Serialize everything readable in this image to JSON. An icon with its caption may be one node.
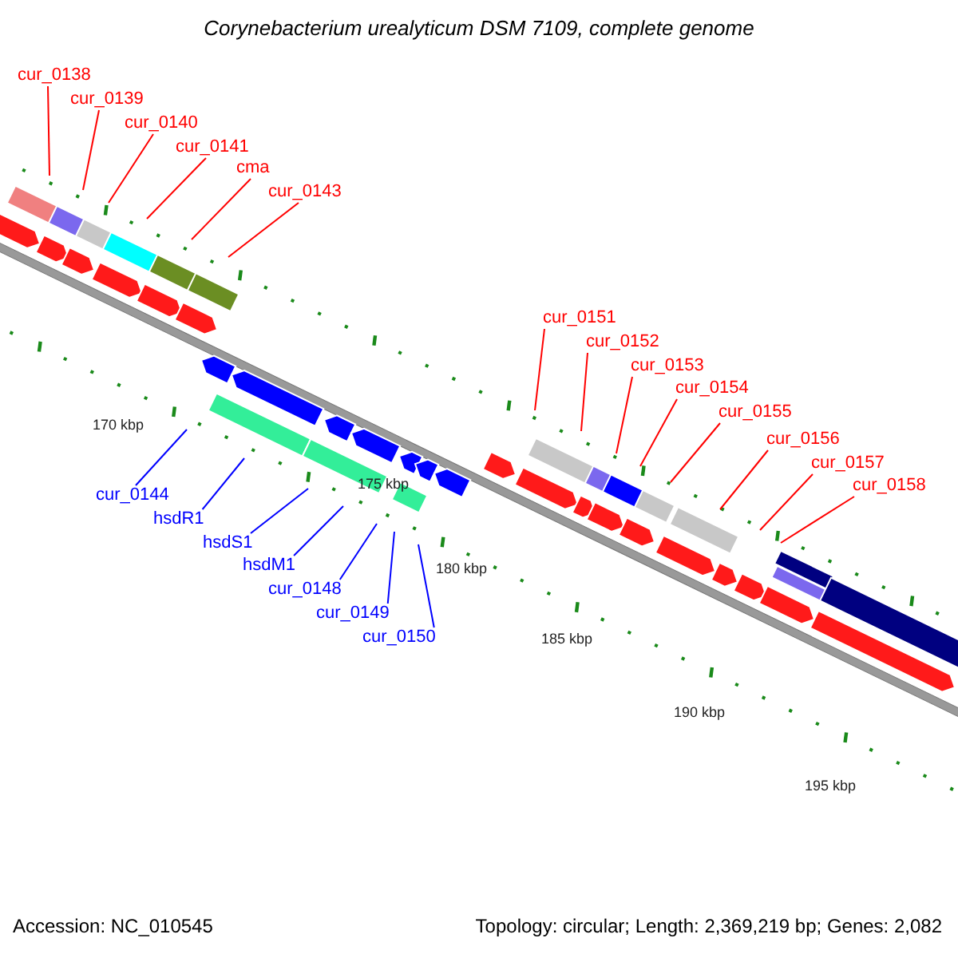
{
  "diagram": {
    "title": "Corynebacterium urealyticum DSM 7109, complete genome",
    "nodes": [
      {
        "text": [
          "cur_0138"
        ]
      },
      {
        "text": [
          "cur_0139"
        ]
      },
      {
        "text": [
          "cur_0140"
        ]
      },
      {
        "text": [
          "cur_0141"
        ]
      },
      {
        "text": [
          "cma"
        ]
      },
      {
        "text": [
          "cur_0143"
        ]
      },
      {
        "text": [
          "cur_0151"
        ]
      },
      {
        "text": [
          "cur_0152"
        ]
      },
      {
        "text": [
          "cur_0153"
        ]
      },
      {
        "text": [
          "cur_0154"
        ]
      },
      {
        "text": [
          "cur_0155"
        ]
      },
      {
        "text": [
          "cur_0156"
        ]
      },
      {
        "text": [
          "cur_0157"
        ]
      },
      {
        "text": [
          "cur_0158"
        ]
      },
      {
        "text": [
          "cur_0144"
        ]
      },
      {
        "text": [
          "hsdR1"
        ]
      },
      {
        "text": [
          "hsdS1"
        ]
      },
      {
        "text": [
          "hsdM1"
        ]
      },
      {
        "text": [
          "cur_0148"
        ]
      },
      {
        "text": [
          "cur_0149"
        ]
      },
      {
        "text": [
          "cur_0150"
        ]
      }
    ],
    "edges": [
      {
        "from": 0,
        "to": null,
        "arrow": "none"
      },
      {
        "from": 1,
        "to": null,
        "arrow": "none"
      },
      {
        "from": 2,
        "to": null,
        "arrow": "none"
      },
      {
        "from": 3,
        "to": null,
        "arrow": "none"
      },
      {
        "from": 4,
        "to": null,
        "arrow": "none"
      },
      {
        "from": 5,
        "to": null,
        "arrow": "none"
      },
      {
        "from": 6,
        "to": null,
        "arrow": "none"
      },
      {
        "from": 7,
        "to": null,
        "arrow": "none"
      },
      {
        "from": 8,
        "to": null,
        "arrow": "none"
      },
      {
        "from": 9,
        "to": null,
        "arrow": "none"
      },
      {
        "from": 10,
        "to": null,
        "arrow": "none"
      },
      {
        "from": 11,
        "to": null,
        "arrow": "none"
      },
      {
        "from": 12,
        "to": null,
        "arrow": "none"
      },
      {
        "from": 13,
        "to": null,
        "arrow": "none"
      },
      {
        "from": 14,
        "to": null,
        "arrow": "none",
        "color": "#0000ff"
      },
      {
        "from": 15,
        "to": null,
        "arrow": "none",
        "color": "#0000ff"
      },
      {
        "from": 16,
        "to": null,
        "arrow": "none",
        "color": "#0000ff"
      },
      {
        "from": 17,
        "to": null,
        "arrow": "none",
        "color": "#0000ff"
      },
      {
        "from": 18,
        "to": null,
        "arrow": "none",
        "color": "#0000ff"
      },
      {
        "from": 19,
        "to": null,
        "arrow": "none",
        "color": "#0000ff"
      },
      {
        "from": 20,
        "to": null,
        "arrow": "none",
        "color": "#0000ff"
      }
    ],
    "labels": [
      "170 kbp",
      "175 kbp",
      "180 kbp",
      "185 kbp",
      "190 kbp",
      "195 kbp",
      "Accession: NC_010545",
      "Topology: circular; Length: 2,369,219 bp; Genes: 2,082"
    ]
  }
}
